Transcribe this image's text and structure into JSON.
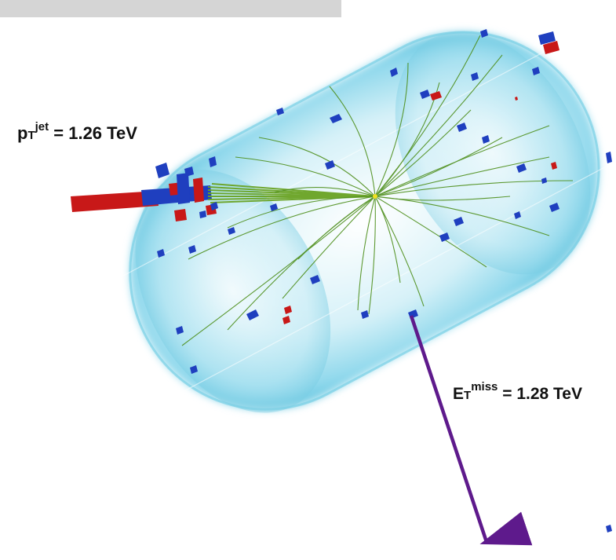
{
  "annotations": {
    "jet_label": {
      "prefix": "p",
      "subscript": "T",
      "superscript": "jet",
      "value": "= 1.26 TeV"
    },
    "met_label": {
      "prefix": "E",
      "subscript": "T",
      "superscript": "miss",
      "value": "= 1.28 TeV"
    }
  },
  "colors": {
    "detector_cyan": "#7fd3ea",
    "track_green": "#5a9a20",
    "energy_red": "#c81818",
    "energy_blue": "#1f3fbf",
    "met_arrow_purple": "#5e1a8c",
    "vertex_yellow": "#f0e020"
  },
  "icons": [
    "jet-energy-deposit",
    "missing-energy-arrow",
    "calorimeter-hit"
  ]
}
